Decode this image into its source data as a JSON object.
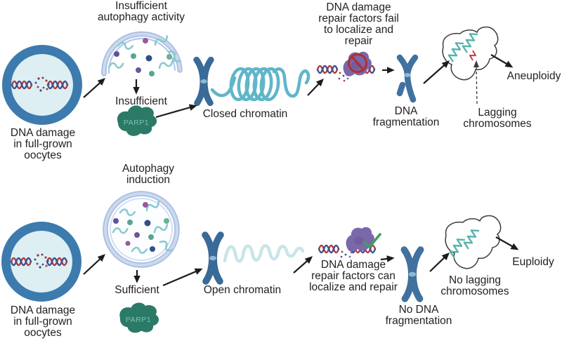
{
  "pathways": {
    "top": {
      "oocyte_label": "DNA damage\nin full-grown\noocytes",
      "autophagy_label": "Insufficient\nautophagy activity",
      "parp1_status_label": "Insufficient",
      "parp1_label": "PARP1",
      "chromatin_label": "Closed chromatin",
      "repair_label": "DNA damage\nrepair factors fail\nto localize and\nrepair",
      "fragmentation_label": "DNA\nfragmentation",
      "segregation_label": "Lagging\nchromosomes",
      "outcome_label": "Aneuploidy"
    },
    "bottom": {
      "oocyte_label": "DNA damage\nin full-grown\noocytes",
      "autophagy_label": "Autophagy\ninduction",
      "parp1_status_label": "Sufficient",
      "parp1_label": "PARP1",
      "chromatin_label": "Open chromatin",
      "repair_label": "DNA damage\nrepair factors can\nlocalize and repair",
      "fragmentation_label": "No DNA\nfragmentation",
      "segregation_label": "No lagging\nchromosomes",
      "outcome_label": "Euploidy"
    }
  },
  "icons": {
    "oocyte": "oocyte with damaged DNA helix",
    "autophagosome_open": "incomplete autophagosome (open membrane)",
    "autophagosome_closed": "complete autophagosome (closed membrane)",
    "parp1_blob": "PARP1 protein blob",
    "closed_chromatin": "chromosome with tightly coiled chromatin",
    "open_chromatin": "chromosome with loose chromatin strand",
    "repair_blocked": "DNA with repair factor and prohibition sign",
    "repair_allowed": "DNA with repair factor and green checkmark",
    "fragmented_chromosome": "chromosome with broken arm",
    "intact_chromosome": "intact chromosome",
    "spindle_cell": "cell with segregating chromosomes"
  },
  "colors": {
    "oocyte_ring": "#3d7bae",
    "oocyte_cytoplasm": "#ddeff3",
    "dna_red": "#b0393b",
    "dna_blue": "#3f4f8e",
    "membrane_edge": "#a9bee1",
    "membrane_fill": "#ccd9ee",
    "cargo_squiggle": "#8bc9d2",
    "parp1_green": "#2b7a67",
    "parp1_text": "#7cc3a9",
    "chromosome_blue": "#3a6a97",
    "coil_teal": "#5fb6c8",
    "open_chromatin_pale": "#c9e5e8",
    "spindle_teal": "#57b3aa",
    "lagging_red": "#c0453e",
    "prohibition_red": "#ac3136",
    "repair_factor_purple": "#7b68aa",
    "check_green": "#3f9e5f",
    "arrow_black": "#1c1c1c"
  }
}
